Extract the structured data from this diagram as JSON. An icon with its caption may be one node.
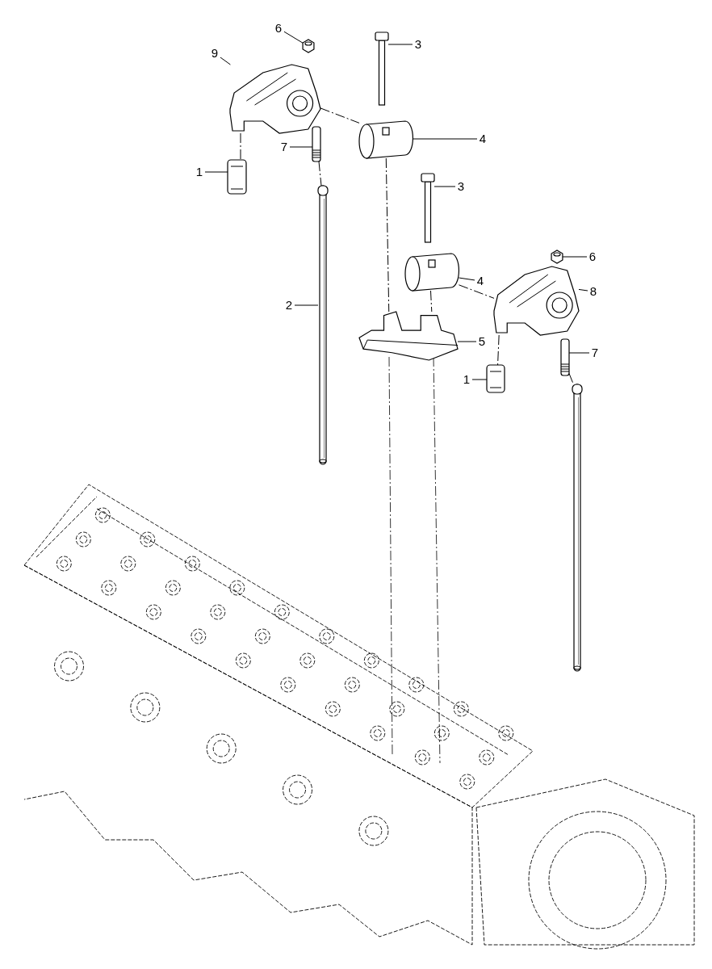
{
  "diagram": {
    "nodes": [
      {
        "text": [
          "6"
        ]
      },
      {
        "text": [
          "9"
        ]
      },
      {
        "text": [
          "3"
        ]
      },
      {
        "text": [
          "7"
        ]
      },
      {
        "text": [
          "4"
        ]
      },
      {
        "text": [
          "1"
        ]
      },
      {
        "text": [
          "3"
        ]
      },
      {
        "text": [
          "2"
        ]
      },
      {
        "text": [
          "4"
        ]
      },
      {
        "text": [
          "6"
        ]
      },
      {
        "text": [
          "8"
        ]
      },
      {
        "text": [
          "5"
        ]
      },
      {
        "text": [
          "7"
        ]
      },
      {
        "text": [
          "1"
        ]
      },
      {
        "text": [],
        "shape": "picture"
      },
      {
        "text": [],
        "shape": "picture"
      },
      {
        "text": [],
        "shape": "picture"
      },
      {
        "text": [],
        "shape": "picture"
      },
      {
        "text": [],
        "shape": "picture"
      },
      {
        "text": [],
        "shape": "picture"
      },
      {
        "text": [],
        "shape": "picture"
      },
      {
        "text": [],
        "shape": "picture"
      },
      {
        "text": [],
        "shape": "picture"
      },
      {
        "text": [],
        "shape": "picture"
      },
      {
        "text": [],
        "shape": "picture"
      },
      {
        "text": [],
        "shape": "picture"
      },
      {
        "text": [],
        "shape": "picture"
      },
      {
        "text": [],
        "shape": "picture"
      },
      {
        "text": [],
        "shape": "picture"
      }
    ],
    "edges": [
      {
        "from": 0,
        "to": 14,
        "arrow": "none"
      },
      {
        "from": 1,
        "to": 15,
        "arrow": "none"
      },
      {
        "from": 2,
        "to": 16,
        "arrow": "none"
      },
      {
        "from": 3,
        "to": 17,
        "arrow": "none"
      },
      {
        "from": 4,
        "to": 18,
        "arrow": "none"
      },
      {
        "from": 5,
        "to": 19,
        "arrow": "none"
      },
      {
        "from": 6,
        "to": 20,
        "arrow": "none"
      },
      {
        "from": 7,
        "to": 21,
        "arrow": "none"
      },
      {
        "from": 8,
        "to": 22,
        "arrow": "none"
      },
      {
        "from": 9,
        "to": 23,
        "arrow": "none"
      },
      {
        "from": 10,
        "to": 24,
        "arrow": "none"
      },
      {
        "from": 11,
        "to": 25,
        "arrow": "none"
      },
      {
        "from": 12,
        "to": 26,
        "arrow": "none"
      },
      {
        "from": 13,
        "to": 27,
        "arrow": "none"
      },
      {
        "from": 15,
        "to": 18,
        "arrow": "none",
        "style": "dashed"
      },
      {
        "from": 15,
        "to": 19,
        "arrow": "none",
        "style": "dashed"
      },
      {
        "from": 17,
        "to": 21,
        "arrow": "none",
        "style": "dashed"
      },
      {
        "from": 22,
        "to": 24,
        "arrow": "none",
        "style": "dashed"
      },
      {
        "from": 24,
        "to": 27,
        "arrow": "none",
        "style": "dashed"
      },
      {
        "from": 26,
        "to": 28,
        "arrow": "none",
        "style": "dashed"
      },
      {
        "from": 18,
        "to": 25,
        "arrow": "none",
        "style": "dashed"
      },
      {
        "from": 22,
        "to": 25,
        "arrow": "none",
        "style": "dashed"
      }
    ]
  }
}
